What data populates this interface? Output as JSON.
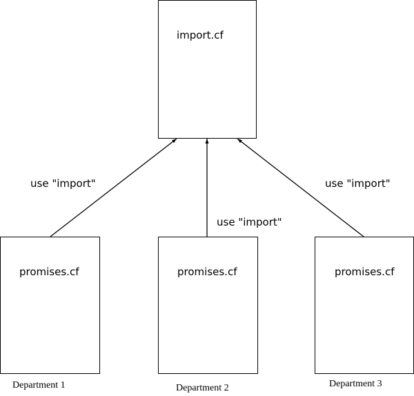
{
  "diagram": {
    "root": {
      "label": "import.cf"
    },
    "children": [
      {
        "label": "promises.cf",
        "department": "Department 1",
        "edge_label": "use \"import\""
      },
      {
        "label": "promises.cf",
        "department": "Department 2",
        "edge_label": "use \"import\""
      },
      {
        "label": "promises.cf",
        "department": "Department 3",
        "edge_label": "use \"import\""
      }
    ],
    "colors": {
      "stroke": "#000000",
      "background": "#ffffff"
    }
  }
}
